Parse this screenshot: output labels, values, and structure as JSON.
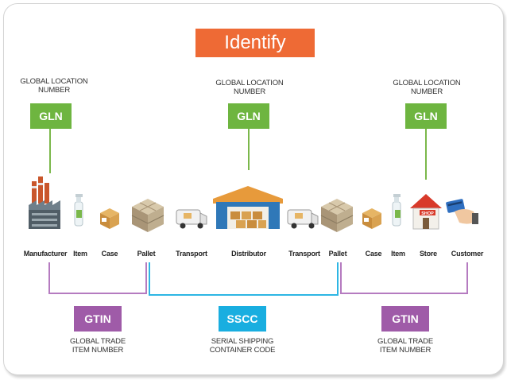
{
  "title": "Identify",
  "gln_captions": [
    {
      "line1": "GLOBAL LOCATION",
      "line2": "NUMBER"
    },
    {
      "line1": "GLOBAL LOCATION",
      "line2": "NUMBER"
    },
    {
      "line1": "GLOBAL LOCATION",
      "line2": "NUMBER"
    }
  ],
  "gln_label": "GLN",
  "nodes": [
    "Manufacturer",
    "Item",
    "Case",
    "Pallet",
    "Transport",
    "Distributor",
    "Transport",
    "Pallet",
    "Case",
    "Item",
    "Store",
    "Customer"
  ],
  "gtin_left": {
    "label": "GTIN",
    "line1": "GLOBAL TRADE",
    "line2": "ITEM NUMBER"
  },
  "sscc": {
    "label": "SSCC",
    "line1": "SERIAL SHIPPING",
    "line2": "CONTAINER CODE"
  },
  "gtin_right": {
    "label": "GTIN",
    "line1": "GLOBAL TRADE",
    "line2": "ITEM NUMBER"
  },
  "shop_sign": "SHOP",
  "colors": {
    "title": "#ee6a35",
    "gln": "#6eb540",
    "gtin": "#9f5ba8",
    "sscc": "#19aee0"
  }
}
